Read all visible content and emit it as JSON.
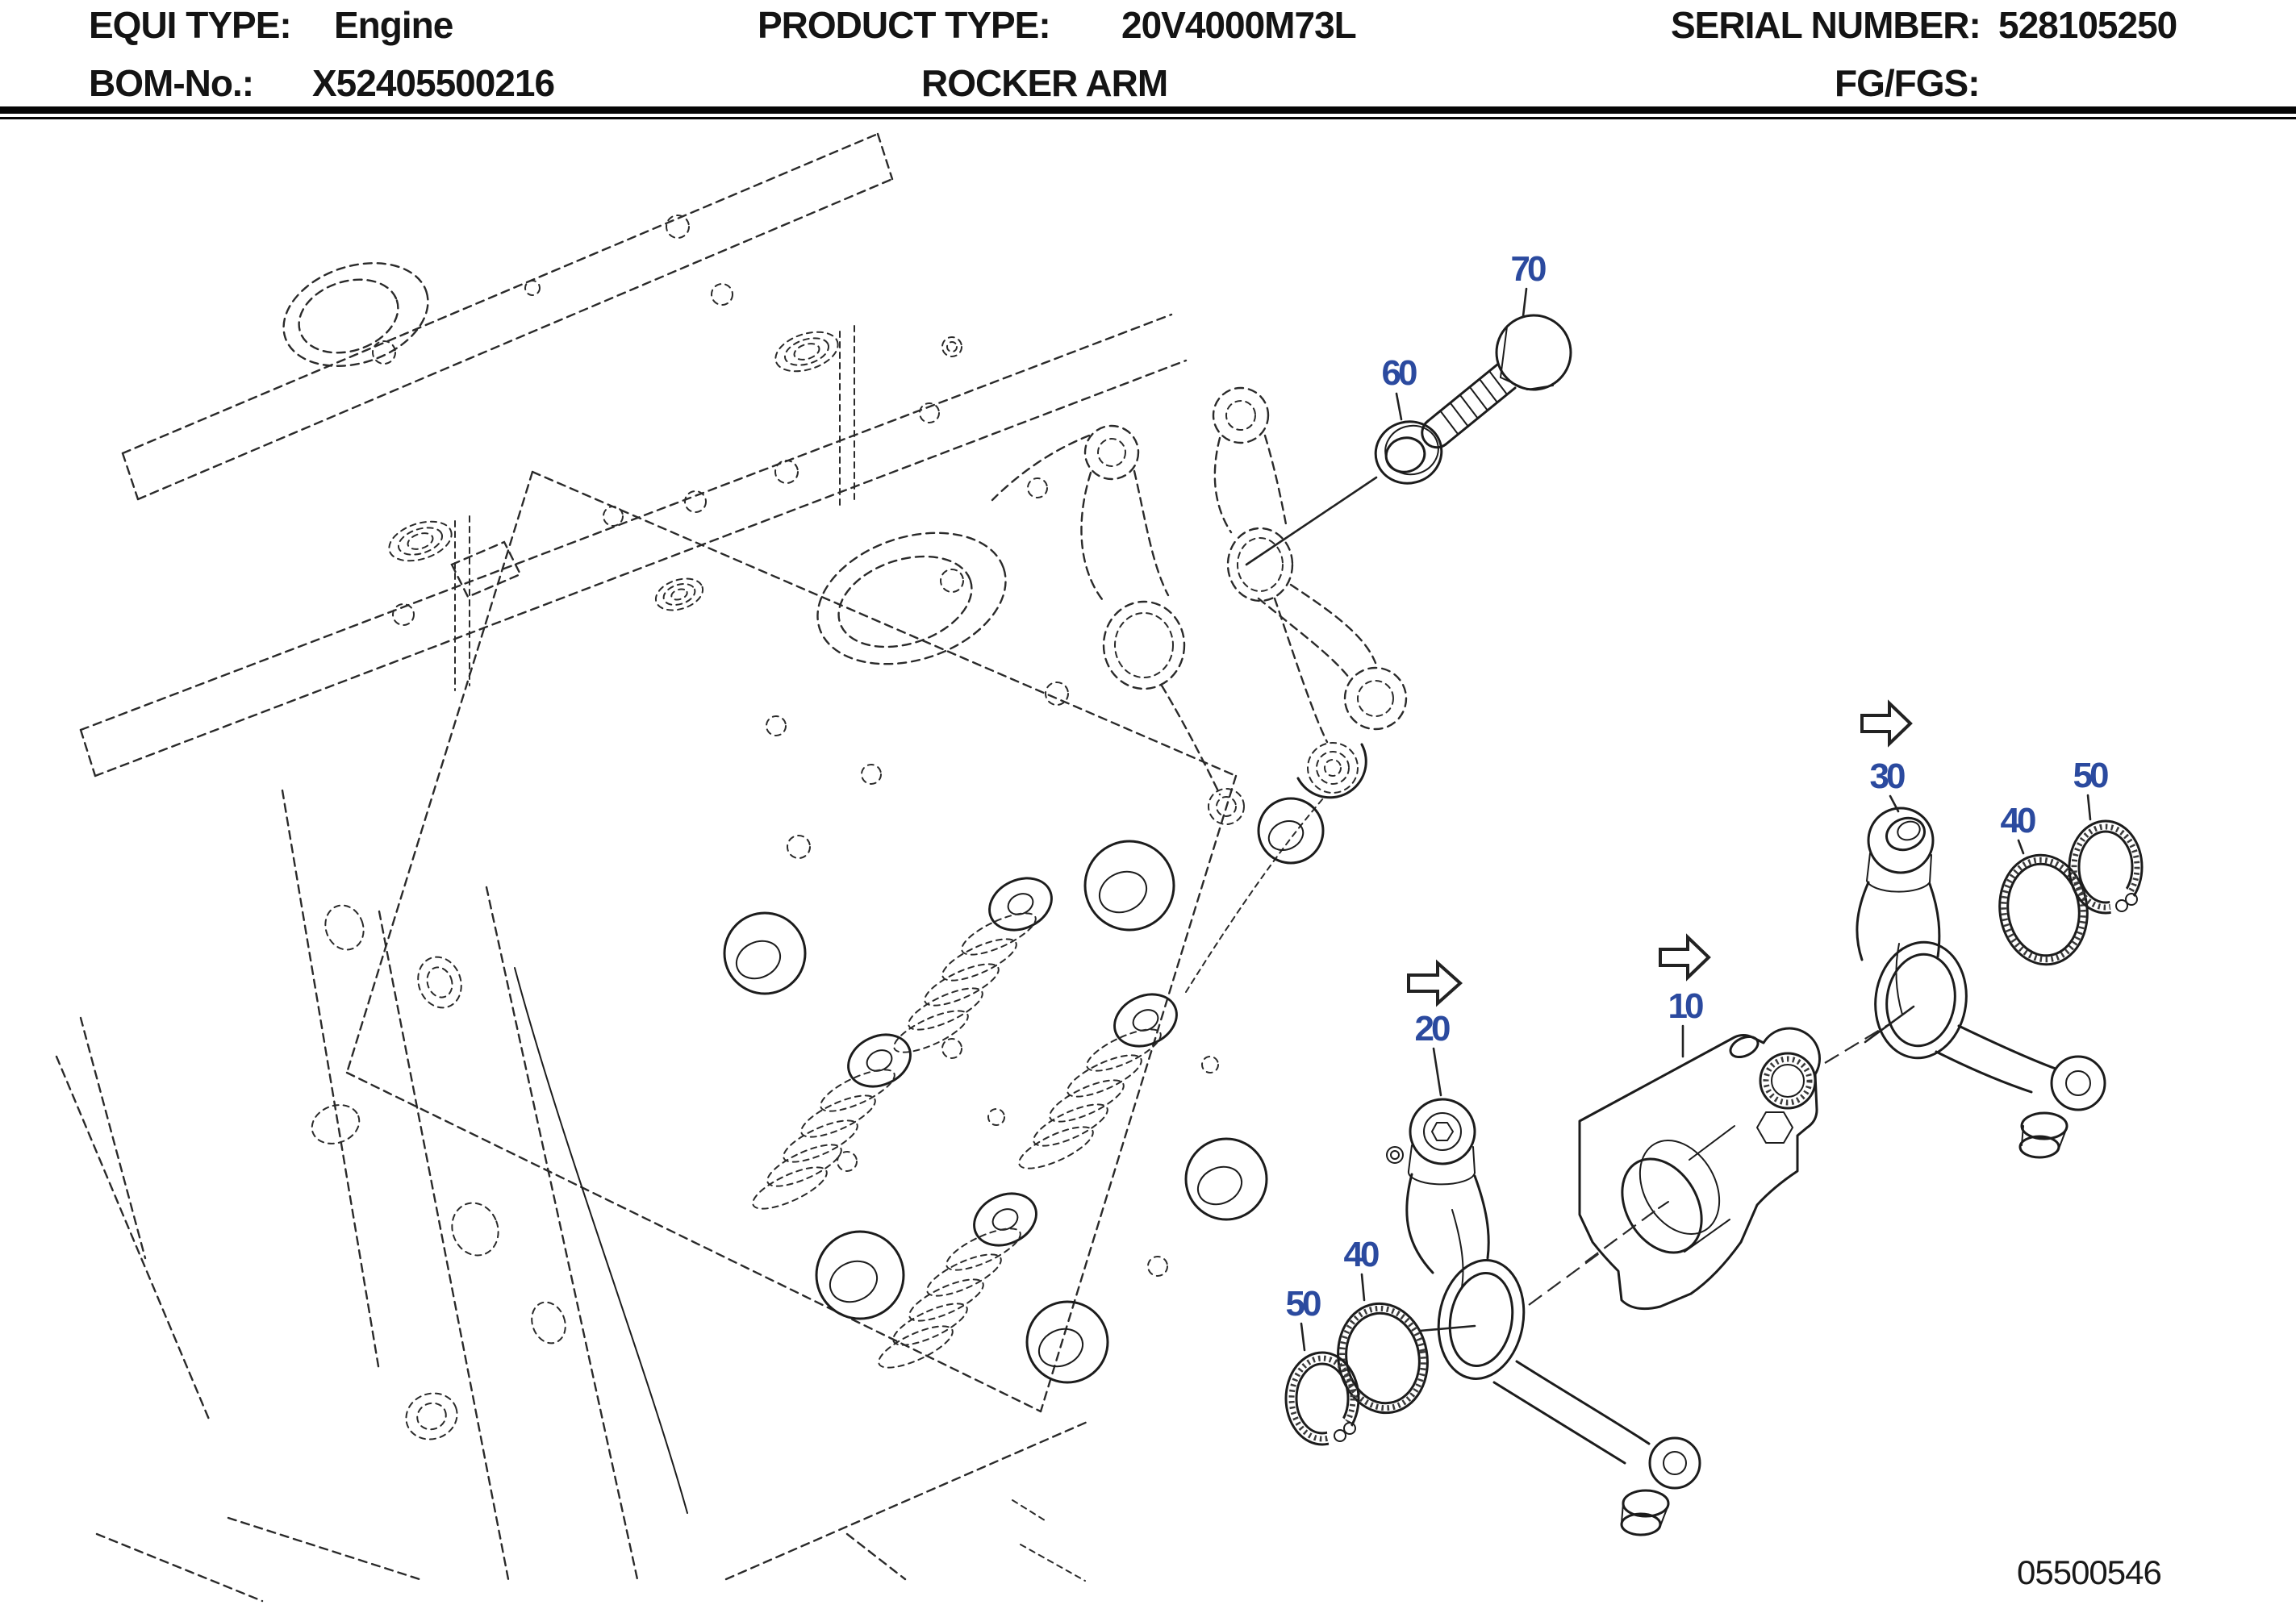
{
  "header": {
    "equi_type_label": "EQUI TYPE:",
    "equi_type_value": "Engine",
    "bom_no_label": "BOM-No.:",
    "bom_no_value": "X52405500216",
    "product_type_label": "PRODUCT TYPE:",
    "product_type_value": "20V4000M73L",
    "sheet_title": "ROCKER ARM",
    "serial_number_label": "SERIAL NUMBER:",
    "serial_number_value": "528105250",
    "fg_fgs_label": "FG/FGS:",
    "fg_fgs_value": ""
  },
  "diagram": {
    "drawing_number": "05500546",
    "callout_color": "#2b4a9f",
    "line_color": "#1c1c1c",
    "callouts": {
      "c70": "70",
      "c60": "60",
      "c30": "30",
      "c50_right": "50",
      "c40_right": "40",
      "c20": "20",
      "c10": "10",
      "c40_left": "40",
      "c50_left": "50"
    },
    "arrow_marked_callouts": [
      "30",
      "20",
      "10"
    ]
  }
}
